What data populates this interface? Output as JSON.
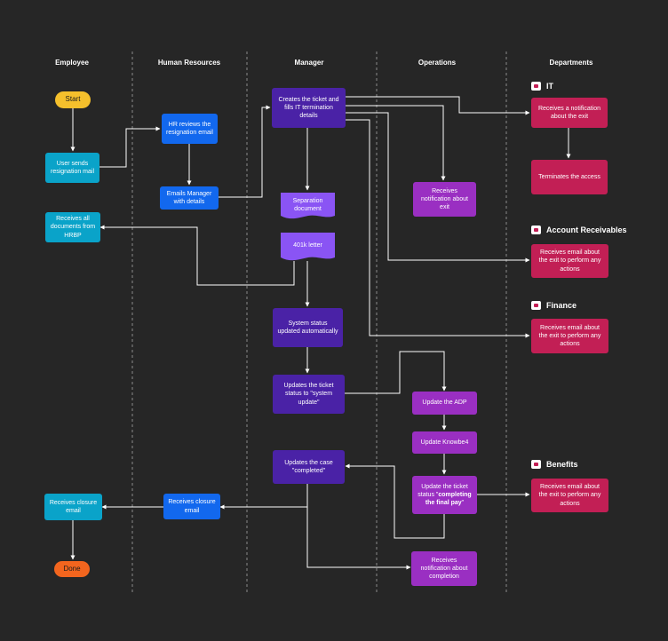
{
  "lanes": {
    "employee": "Employee",
    "hr": "Human Resources",
    "manager": "Manager",
    "operations": "Operations",
    "departments": "Departments"
  },
  "departments": {
    "it": "IT",
    "ar": "Account Receivables",
    "finance": "Finance",
    "benefits": "Benefits"
  },
  "nodes": {
    "start": "Start",
    "sends_mail": "User sends resignation mail",
    "hr_reviews": "HR reviews the resignation email",
    "emails_manager": "Emails Manager with details",
    "creates_ticket": "Creates the ticket and fills IT termination details",
    "separation_doc": "Separation document",
    "letter_401k": "401k letter",
    "receives_docs": "Receives all documents from HRBP",
    "status_auto": "System status updated automatically",
    "status_system_update": "Updates the ticket status to \"system update\"",
    "ops_notification_exit": "Receives notification about exit",
    "update_adp": "Update the ADP",
    "update_knowbe4": "Update Knowbe4",
    "final_pay_prefix": "Update the ticket status \"",
    "final_pay_bold": "completing the final pay",
    "final_pay_suffix": "\"",
    "case_completed": "Updates the case \"completed\"",
    "hr_closure": "Receives closure email",
    "emp_closure": "Receives closure email",
    "done": "Done",
    "ops_notification_completion": "Receives notification about completion",
    "it_notification": "Receives a notification about the exit",
    "it_terminates": "Terminates the access",
    "ar_email": "Receives email about the exit to perform any actions",
    "finance_email": "Receives email about the exit to perform any actions",
    "benefits_email": "Receives email about the exit to perform any actions"
  },
  "colors": {
    "background": "#262626",
    "employee": "#0aa3c9",
    "hr": "#1268ee",
    "manager": "#4a22a6",
    "document": "#8a54f4",
    "operations": "#9a2fc2",
    "departments": "#c21f55",
    "start": "#f5c02c",
    "done": "#f2651e"
  }
}
